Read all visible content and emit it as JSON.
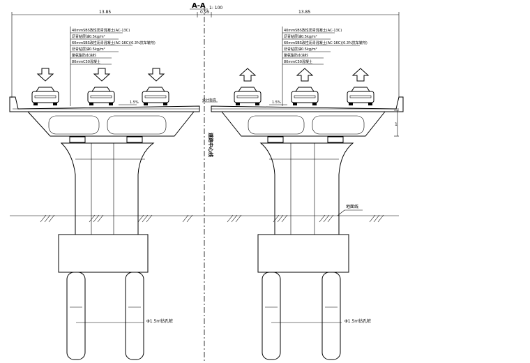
{
  "title": "A-A",
  "scale": "1: 100",
  "dimensions": {
    "left_width": "13.85",
    "median_gap": "0.95",
    "right_width": "13.85"
  },
  "pavement_left": [
    "40mmSBS改性沥青混凝土(AC-13C)",
    "沥青粘层油0.5kg/m²",
    "60mmSBS改性沥青混凝土(AC-16C)(0.3%抗车辙剂)",
    "沥青粘层油0.5kg/m²",
    "聚氨酯防水涂料",
    "80mmC50混凝土"
  ],
  "pavement_right": [
    "40mmSBS改性沥青混凝土(AC-13C)",
    "沥青粘层油0.5kg/m²",
    "60mmSBS改性沥青混凝土(AC-16C)(0.3%抗车辙剂)",
    "沥青粘层油0.5kg/m²",
    "聚氨酯防水涂料",
    "80mmC50混凝土"
  ],
  "slope_left": "1.5%",
  "slope_right": "1.5%",
  "design_elevation": "设计标高",
  "road_centerline": "道路中心线",
  "ground_line": "地面线",
  "pile_left": "Φ1.5m钻孔桩",
  "pile_right": "Φ1.5m钻孔桩",
  "side_dim": "1"
}
